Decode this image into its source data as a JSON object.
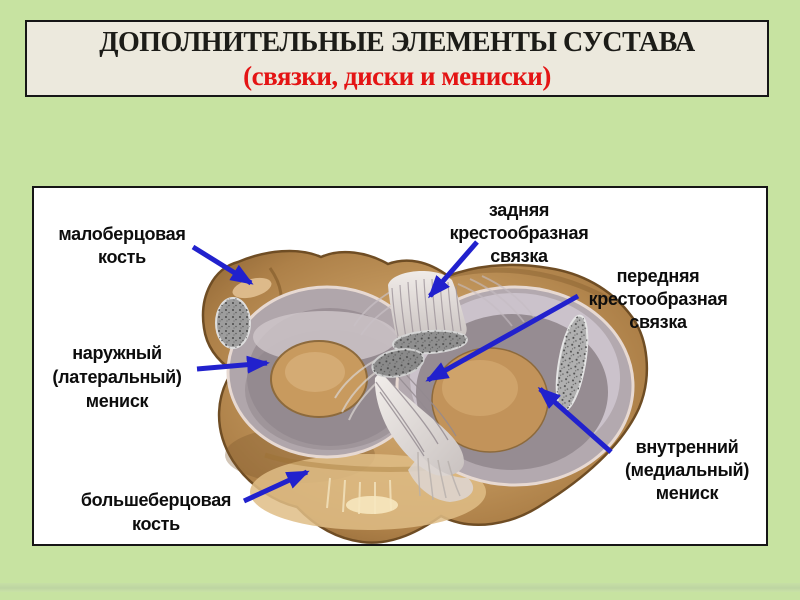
{
  "title": {
    "line1": "ДОПОЛНИТЕЛЬНЫЕ ЭЛЕМЕНТЫ СУСТАВА",
    "line2": "(связки, диски и мениски)"
  },
  "diagram": {
    "subject": "knee-joint-tibial-plateau-top-view",
    "labels": [
      {
        "key": "fibula",
        "text": "малоберцовая\nкость"
      },
      {
        "key": "posterior-cruciate-ligament",
        "text": "задняя\nкрестообразная\nсвязка"
      },
      {
        "key": "anterior-cruciate-ligament",
        "text": "передняя\nкрестообразная\nсвязка"
      },
      {
        "key": "lateral-meniscus",
        "text": "наружный\n(латеральный)\nмениск"
      },
      {
        "key": "medial-meniscus",
        "text": "внутренний\n(медиальный)\nмениск"
      },
      {
        "key": "tibia",
        "text": "большеберцовая\nкость"
      }
    ]
  },
  "colors": {
    "slide_background": "#c7e3a1",
    "title_box_background": "#ece9dd",
    "title_text": "#1c1c18",
    "title_accent_red": "#e41414",
    "panel_background": "#ffffff",
    "border_black": "#161616",
    "arrow_blue": "#2121cd",
    "bone_tan": "#c59a60",
    "meniscus_gray": "#b0a6ab"
  }
}
